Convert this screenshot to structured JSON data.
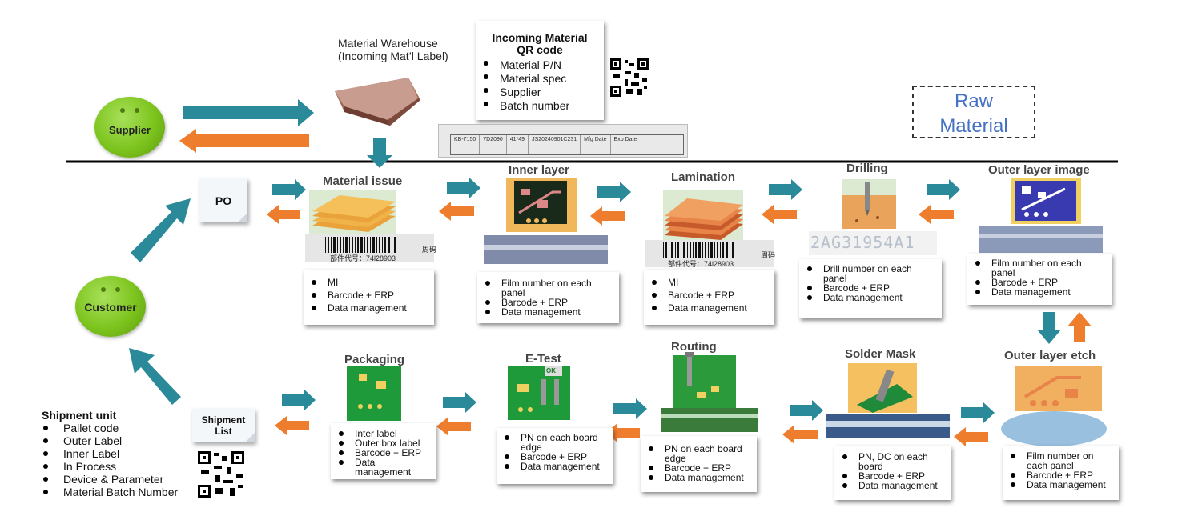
{
  "warehouse": {
    "line1": "Material Warehouse",
    "line2": "(Incoming Mat’l Label)"
  },
  "qrcard": {
    "title1": "Incoming Material",
    "title2": "QR code",
    "items": [
      "Material P/N",
      "Material spec",
      "Supplier",
      "Batch number"
    ]
  },
  "raw_material": {
    "line1": "Raw",
    "line2": "Material"
  },
  "supplier": "Supplier",
  "customer": "Customer",
  "po": "PO",
  "shipment_list": {
    "line1": "Shipment",
    "line2": "List"
  },
  "shipment_unit": {
    "title": "Shipment unit",
    "items": [
      "Pallet code",
      "Outer Label",
      "Inner Label",
      "In Process",
      "Device & Parameter",
      "Material Batch Number"
    ]
  },
  "label_strip": {
    "c1": "KB-7150",
    "c2": "7D2090",
    "c3": "41*49",
    "c4": "JS20240901C231",
    "c5": "Mfg Date",
    "c6": "Exp Date"
  },
  "barcode_text": {
    "a": "部件代号：",
    "b": "74l28903",
    "c": "周码"
  },
  "drill_code": "2AG31954A1",
  "steps": {
    "material_issue": {
      "title": "Material issue",
      "items": [
        "MI",
        "Barcode + ERP",
        "Data management"
      ]
    },
    "inner_layer": {
      "title": "Inner layer",
      "items": [
        "Film number on each panel",
        "Barcode + ERP",
        "Data management"
      ]
    },
    "lamination": {
      "title": "Lamination",
      "items": [
        "MI",
        "Barcode + ERP",
        "Data management"
      ]
    },
    "drilling": {
      "title": "Drilling",
      "items": [
        "Drill number on each panel",
        "Barcode + ERP",
        "Data management"
      ]
    },
    "outer_layer_image": {
      "title": "Outer layer image",
      "items": [
        "Film number on each panel",
        "Barcode + ERP",
        "Data management"
      ]
    },
    "outer_layer_etch": {
      "title": "Outer layer etch",
      "items": [
        "Film number on each panel",
        "Barcode + ERP",
        "Data management"
      ]
    },
    "solder_mask": {
      "title": "Solder Mask",
      "items": [
        "PN, DC on each board",
        "Barcode + ERP",
        "Data management"
      ]
    },
    "routing": {
      "title": "Routing",
      "items": [
        "PN on each board edge",
        "Barcode + ERP",
        "Data management"
      ]
    },
    "e_test": {
      "title": "E-Test",
      "items": [
        "PN on each board edge",
        "Barcode + ERP",
        "Data management"
      ]
    },
    "packaging": {
      "title": "Packaging",
      "items": [
        "Inter label",
        "Outer box label",
        "Barcode + ERP",
        "Data management"
      ]
    }
  },
  "etest_ok": "OK",
  "colors": {
    "teal": "#2b8a9a",
    "orange": "#ee7d2e",
    "green": "#7cc41d"
  }
}
